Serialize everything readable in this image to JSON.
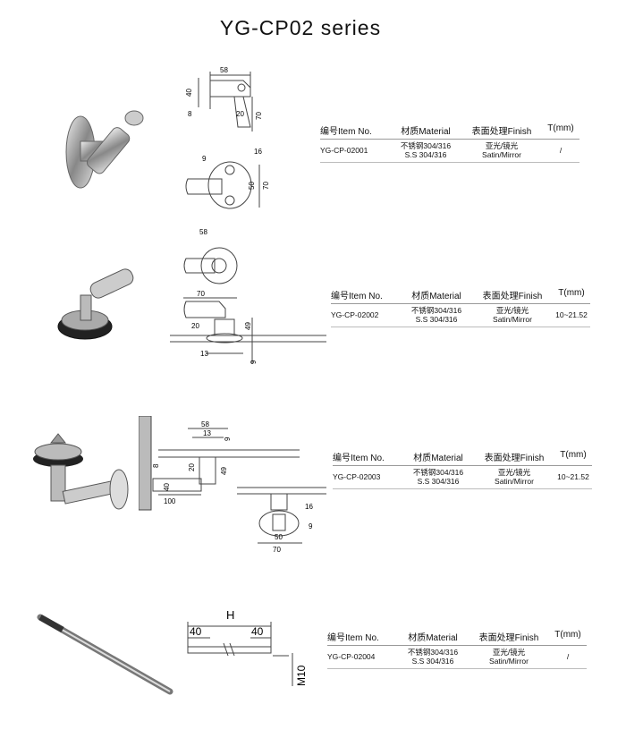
{
  "title": "YG-CP02 series",
  "header": {
    "item": "编号Item No.",
    "material": "材质Material",
    "finish": "表面处理Finish",
    "thickness": "T(mm)"
  },
  "products": [
    {
      "item_no": "YG-CP-02001",
      "material_cn": "不锈钢304/316",
      "material_en": "S.S 304/316",
      "finish_cn": "亚光/镜光",
      "finish_en": "Satin/Mirror",
      "thickness": "/",
      "dims": {
        "w": "58",
        "h": "40",
        "a": "8",
        "b": "20",
        "c": "70",
        "d": "9",
        "e": "16",
        "f": "50",
        "g": "70"
      }
    },
    {
      "item_no": "YG-CP-02002",
      "material_cn": "不锈钢304/316",
      "material_en": "S.S 304/316",
      "finish_cn": "亚光/镜光",
      "finish_en": "Satin/Mirror",
      "thickness": "10~21.52",
      "dims": {
        "a": "58",
        "b": "70",
        "c": "20",
        "d": "49",
        "e": "13",
        "f": "9"
      }
    },
    {
      "item_no": "YG-CP-02003",
      "material_cn": "不锈钢304/316",
      "material_en": "S.S 304/316",
      "finish_cn": "亚光/镜光",
      "finish_en": "Satin/Mirror",
      "thickness": "10~21.52",
      "dims": {
        "a": "58",
        "b": "13",
        "c": "9",
        "d": "20",
        "e": "49",
        "f": "8",
        "g": "40",
        "h": "100",
        "i": "16",
        "j": "9",
        "k": "50",
        "l": "70"
      }
    },
    {
      "item_no": "YG-CP-02004",
      "material_cn": "不锈钢304/316",
      "material_en": "S.S 304/316",
      "finish_cn": "亚光/镜光",
      "finish_en": "Satin/Mirror",
      "thickness": "/",
      "dims": {
        "h": "H",
        "l": "40",
        "r": "40",
        "m": "M10"
      }
    }
  ]
}
